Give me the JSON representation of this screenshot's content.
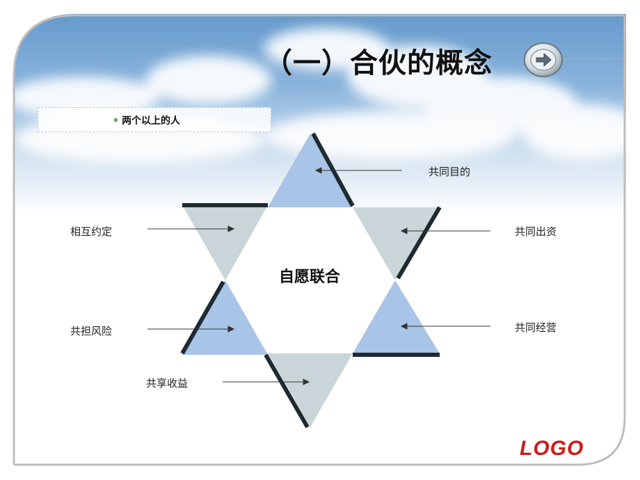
{
  "title": "（一）合伙的概念",
  "bullet": "两个以上的人",
  "center": "自愿联合",
  "labels": {
    "top_right": "共同目的",
    "mid_left": "相互约定",
    "mid_right": "共同出资",
    "low_left": "共担风险",
    "low_right": "共同经营",
    "bottom": "共享收益"
  },
  "logo": "LOGO",
  "colors": {
    "blue_triangle": "#a8c4e6",
    "gray_triangle": "#c9d5d8",
    "edge": "#1e2a30",
    "logo": "#cc1a1a"
  },
  "icons": {
    "next": "arrow-right-icon"
  }
}
